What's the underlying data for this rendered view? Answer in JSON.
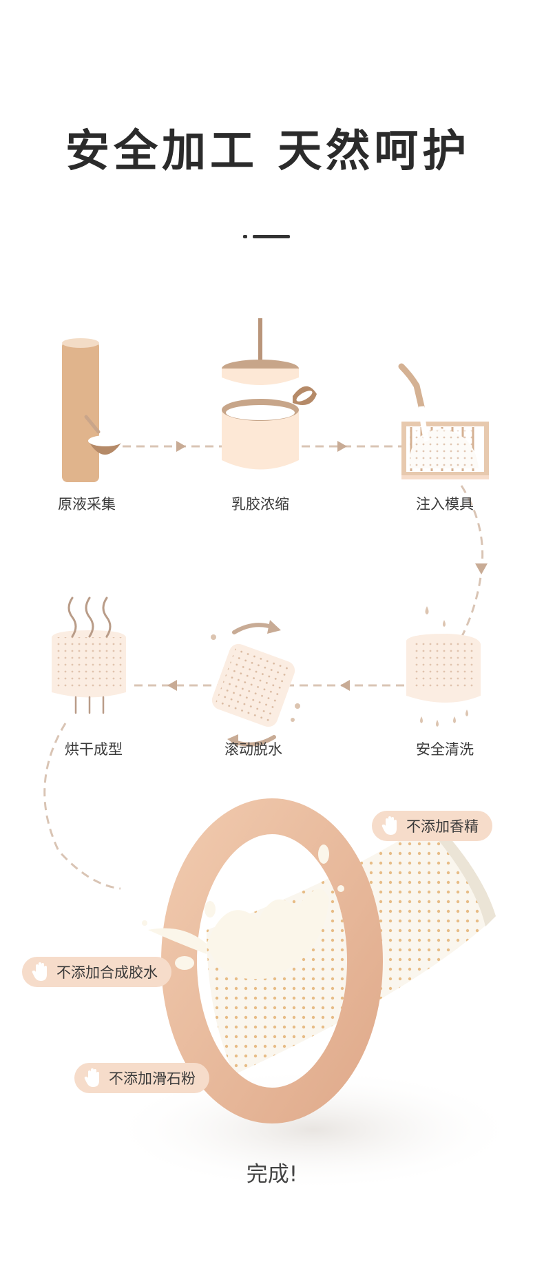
{
  "title": "安全加工  天然呵护",
  "steps": [
    {
      "label": "原液采集"
    },
    {
      "label": "乳胶浓缩"
    },
    {
      "label": "注入模具"
    },
    {
      "label": "安全清洗"
    },
    {
      "label": "滚动脱水"
    },
    {
      "label": "烘干成型"
    }
  ],
  "badges": [
    {
      "label": "不添加香精",
      "icon": "hand-icon"
    },
    {
      "label": "不添加合成胶水",
      "icon": "hand-icon"
    },
    {
      "label": "不添加滑石粉",
      "icon": "hand-icon"
    }
  ],
  "result": {
    "zero": "0",
    "finish_text": "完成!"
  },
  "colors": {
    "wood": "#e0b48c",
    "cream": "#fdeee0",
    "peach": "#f6dcca",
    "ring": "#e9b89a",
    "dash": "#d9c4b4",
    "arrow": "#c8ab95",
    "text": "#3a3a3a"
  }
}
